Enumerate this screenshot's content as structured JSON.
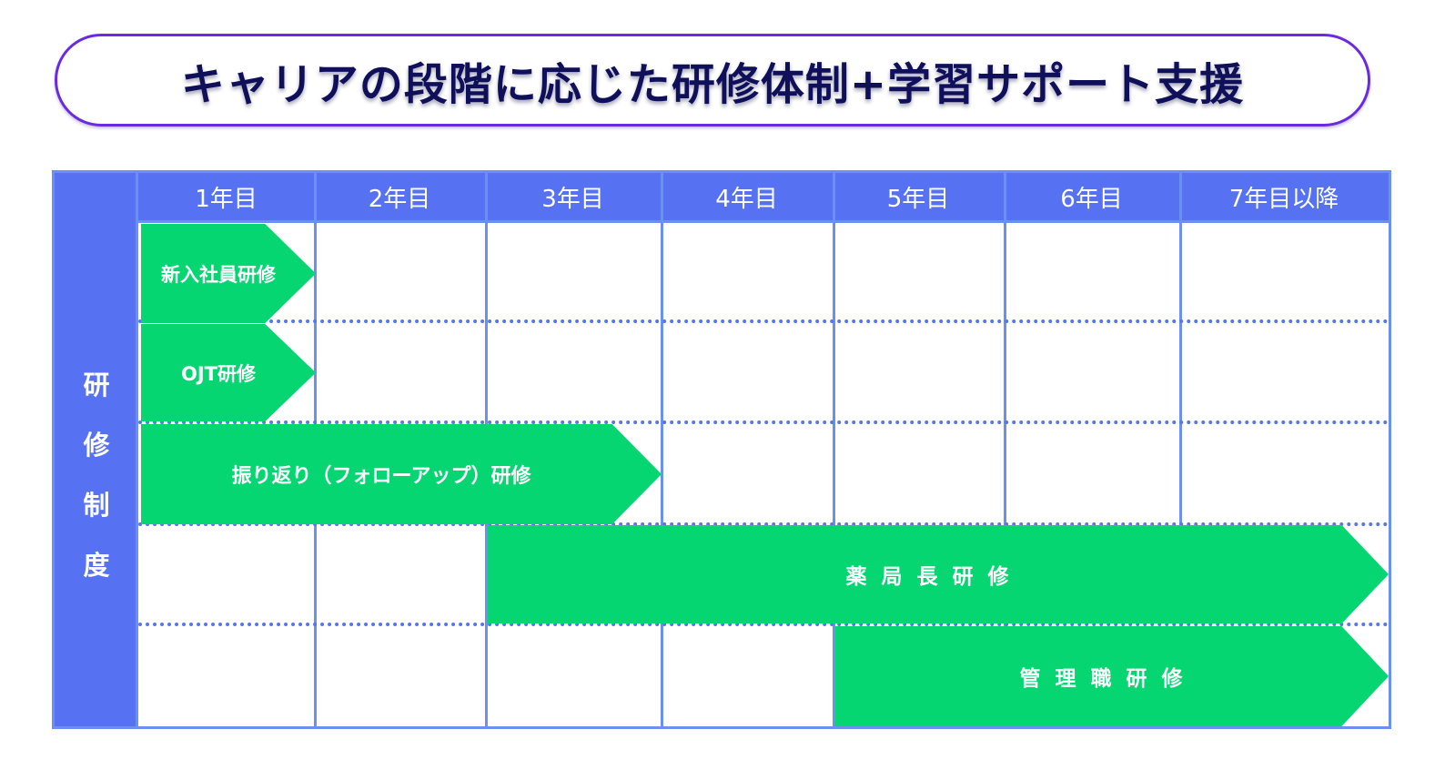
{
  "title": "キャリアの段階に応じた研修体制+学習サポート支援",
  "side_label": [
    "研",
    "修",
    "制",
    "度"
  ],
  "years": [
    "1年目",
    "2年目",
    "3年目",
    "4年目",
    "5年目",
    "6年目",
    "7年目以降"
  ],
  "programs": {
    "new_employee": "新入社員研修",
    "ojt": "OJT研修",
    "followup": "振り返り（フォローアップ）研修",
    "pharmacy_manager": "薬 局 長 研 修",
    "management": "管 理 職 研 修"
  },
  "colors": {
    "header_blue": "#5672f3",
    "grid_line": "#6c8ff2",
    "arrow_green": "#06d671",
    "title_border": "#6a2be0",
    "title_text": "#10105a"
  }
}
